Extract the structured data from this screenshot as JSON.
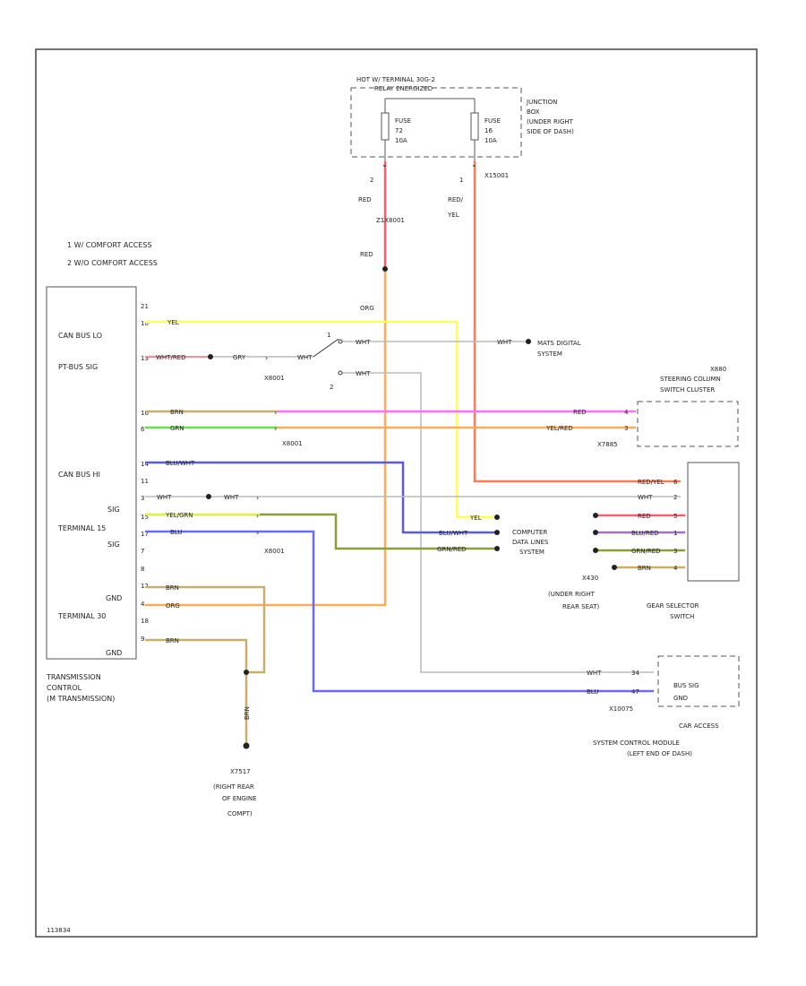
{
  "notes": [
    "1  W/ COMFORT ACCESS",
    "2  W/O COMFORT ACCESS"
  ],
  "figure_id": "113834",
  "fuse_box": {
    "header_line1": "HOT W/ TERMINAL 30G-2",
    "header_line2": "RELAY ENERGIZED",
    "fuse_left": [
      "FUSE",
      "72",
      "10A"
    ],
    "fuse_right": [
      "FUSE",
      "16",
      "10A"
    ],
    "pin_left": "2",
    "pin_right": "1",
    "connector_right": "X15001",
    "location": [
      "JUNCTION",
      "BOX",
      "(UNDER RIGHT",
      "SIDE OF DASH)"
    ]
  },
  "tcm": {
    "labels": [
      "CAN BUS LO",
      "PT-BUS SIG",
      "CAN BUS HI",
      "SIG",
      "TERMINAL 15",
      "SIG",
      "GND",
      "TERMINAL 30",
      "GND"
    ],
    "pins": [
      "21",
      "10",
      "13",
      "16",
      "6",
      "14",
      "11",
      "3",
      "15",
      "17",
      "7",
      "8",
      "12",
      "4",
      "18",
      "9"
    ],
    "caption": [
      "TRANSMISSION",
      "CONTROL",
      "(M TRANSMISSION)"
    ]
  },
  "wires": {
    "red_left_top": "RED",
    "red_left_mid": "RED",
    "left_connector": "Z1X8001",
    "org": "ORG",
    "red_right": "RED/",
    "yel_right": "YEL",
    "yel": "YEL",
    "wht_red": "WHT/RED",
    "gry": "GRY",
    "wht_splice": "WHT",
    "x8001_a": "X8001",
    "wht_1": "WHT",
    "wht_2": "WHT",
    "wht_3": "WHT",
    "brn_1": "BRN",
    "grn_1": "GRN",
    "red_sc": "RED",
    "yel_red_sc": "YEL/RED",
    "x8001_b": "X8001",
    "blu_wht": "BLU/WHT",
    "wht_gs": "WHT",
    "wht_b": "WHT",
    "yel_grn": "YEL/GRN",
    "blu": "BLU",
    "x8001_c": "X8001",
    "yel_dl": "YEL",
    "blu_wht_dl": "BLU/WHT",
    "grn_red": "GRN/RED",
    "red_yel": "RED/YEL",
    "red_gs": "RED",
    "blu_red": "BLU/RED",
    "grn_red_gs": "GRN/RED",
    "brn_gs": "BRN",
    "brn_2": "BRN",
    "org_2": "ORG",
    "brn_3": "BRN",
    "brn_g": "BRN",
    "wht_ca": "WHT",
    "blu_ca": "BLU"
  },
  "pin_numbers": {
    "sel_1": "1",
    "sel_2": "2",
    "sc_4": "4",
    "sc_3": "3",
    "gs_6": "6",
    "gs_2": "2",
    "gs_5": "5",
    "gs_1": "1",
    "gs_3": "3",
    "gs_4": "4",
    "ca_34": "34",
    "ca_47": "47"
  },
  "connectors": {
    "x8001_sc": "X8001",
    "x8001_f": "X8001",
    "sc_conn": "X7885",
    "ca_conn": "X10075"
  },
  "components": {
    "mats": [
      "MATS DIGITAL",
      "SYSTEM"
    ],
    "steering_column": [
      "X880",
      "STEERING COLUMN",
      "SWITCH CLUSTER"
    ],
    "data_lines": [
      "COMPUTER",
      "DATA LINES",
      "SYSTEM"
    ],
    "x430": [
      "X430",
      "(UNDER RIGHT",
      "REAR SEAT)"
    ],
    "gear_selector": [
      "GEAR SELECTOR",
      "SWITCH"
    ],
    "ground": [
      "X7517",
      "(RIGHT REAR",
      "OF ENGINE",
      "COMPT)"
    ],
    "car_access_pins": [
      "BUS SIG",
      "GND"
    ],
    "car_access": [
      "CAR ACCESS",
      "SYSTEM CONTROL MODULE",
      "(LEFT END OF DASH)"
    ]
  },
  "colors": {
    "red": "#ff5a6e",
    "orange": "#ffa95a",
    "yellow": "#ffff55",
    "green": "#66e04a",
    "magenta": "#ff6cff",
    "blue_white": "#5a5ae6",
    "blue": "#6a6aff",
    "olive": "#8a9e3a",
    "brown": "#c9b06a",
    "gray": "#bbbbbb",
    "purple": "#a070d0",
    "black": "#222222"
  }
}
